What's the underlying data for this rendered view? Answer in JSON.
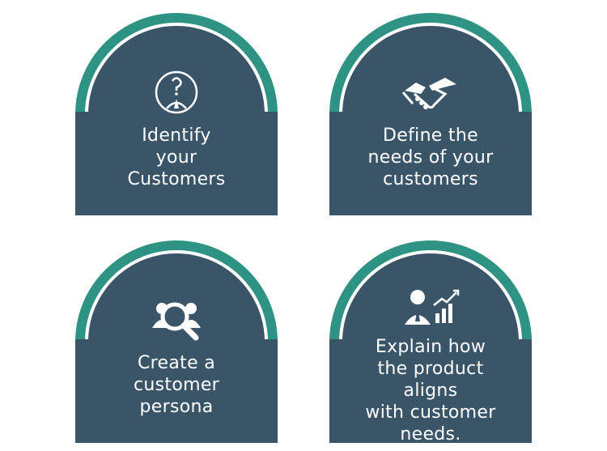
{
  "colors": {
    "teal": "#2F9384",
    "navy": "#3A5568",
    "white": "#ffffff"
  },
  "cards": [
    {
      "icon": "person-question-icon",
      "lines": [
        "Identify",
        "your",
        "Customers"
      ]
    },
    {
      "icon": "handshake-icon",
      "lines": [
        "Define the",
        "needs of your",
        "customers"
      ]
    },
    {
      "icon": "magnifier-people-icon",
      "lines": [
        "Create a",
        "customer",
        "persona"
      ]
    },
    {
      "icon": "presenter-growth-chart-icon",
      "lines": [
        "Explain how",
        "the product aligns",
        "with customer",
        "needs."
      ]
    }
  ]
}
